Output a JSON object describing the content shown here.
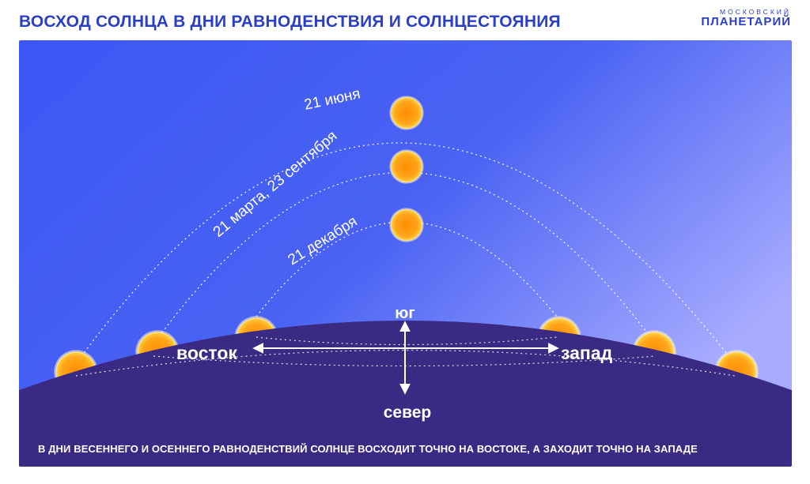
{
  "title": "ВОСХОД СОЛНЦА В ДНИ РАВНОДЕНСТВИЯ И СОЛНЦЕСТОЯНИЯ",
  "logo": {
    "line1": "МОСКОВСКИЙ",
    "line2": "ПЛАНЕТАРИЙ"
  },
  "arcs": [
    {
      "label": "21 июня"
    },
    {
      "label": "21 марта, 23 сентября"
    },
    {
      "label": "21 декабря"
    }
  ],
  "directions": {
    "south": "юг",
    "north": "север",
    "east": "восток",
    "west": "запад"
  },
  "caption": "В ДНИ ВЕСЕННЕГО И ОСЕННЕГО РАВНОДЕНСТВИЙ СОЛНЦЕ ВОСХОДИТ ТОЧНО НА ВОСТОКЕ, А ЗАХОДИТ ТОЧНО НА ЗАПАДЕ",
  "colors": {
    "title": "#2b3fc4",
    "sky_top_left": "#3f55f2",
    "sky_right": "#a3a7ff",
    "ground": "#3a2a84",
    "sun_core": "#ff9a00",
    "sun_edge": "#ffd03a"
  },
  "icons": [
    "sun-icon",
    "double-arrow-icon"
  ]
}
